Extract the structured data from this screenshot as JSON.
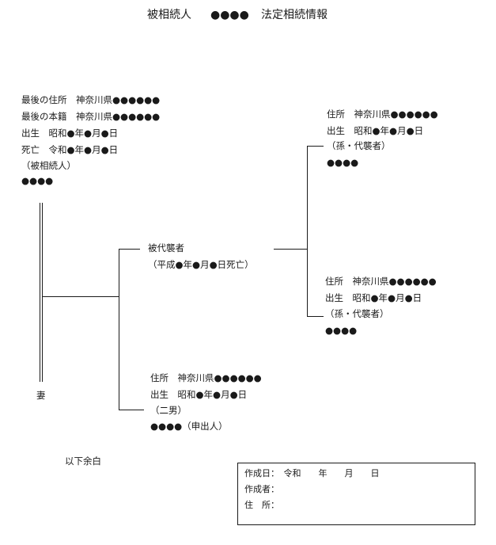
{
  "title": {
    "prefix": "被相続人",
    "name": "●●●●",
    "suffix": "法定相続情報"
  },
  "decedent": {
    "last_address": "最後の住所　神奈川県●●●●●●",
    "last_domicile": "最後の本籍　神奈川県●●●●●●",
    "birth": "出生　昭和●年●月●日",
    "death": "死亡　令和●年●月●日",
    "role": "（被相続人）",
    "name": "●●●●"
  },
  "spouse": {
    "label": "妻"
  },
  "predeceased": {
    "label": "被代襲者",
    "death": "（平成●年●月●日死亡）"
  },
  "grandchild1": {
    "address": "住所　神奈川県●●●●●●",
    "birth": "出生　昭和●年●月●日",
    "role": "（孫・代襲者）",
    "name": "●●●●"
  },
  "grandchild2": {
    "address": "住所　神奈川県●●●●●●",
    "birth": "出生　昭和●年●月●日",
    "role": "（孫・代襲者）",
    "name": "●●●●"
  },
  "son2": {
    "address": "住所　神奈川県●●●●●●",
    "birth": "出生　昭和●年●月●日",
    "role": "（二男）",
    "name_line": "●●●●（申出人）"
  },
  "footer": {
    "remainder": "以下余白"
  },
  "creator_box": {
    "date_line": "作成日：　令和　　年　　月　　日",
    "creator_line": "作成者：",
    "address_line": "住　所："
  }
}
